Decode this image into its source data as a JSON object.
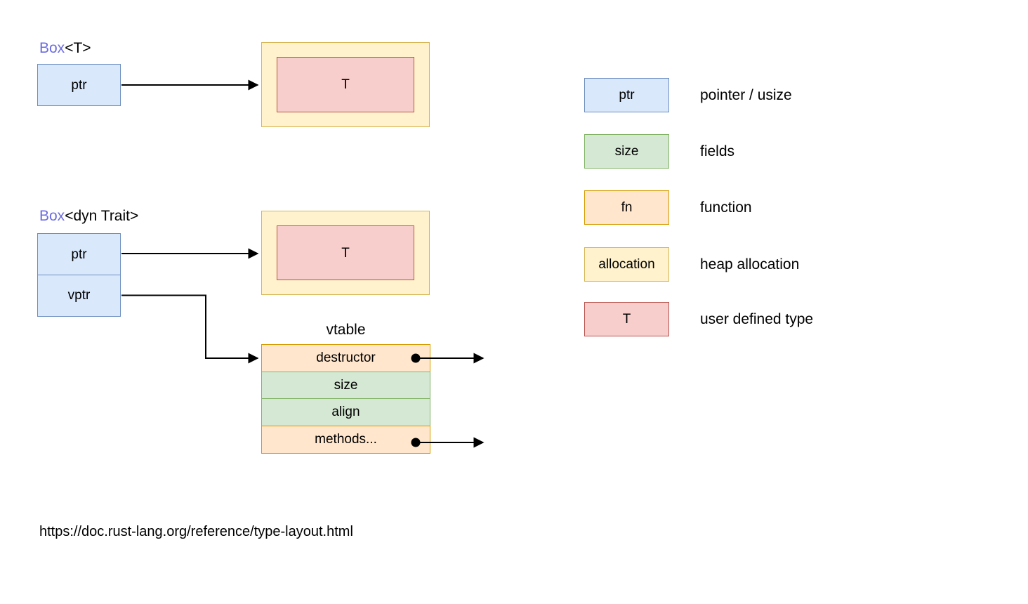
{
  "diagram": {
    "box_t": {
      "title_keyword": "Box",
      "title_type": "<T>",
      "ptr_label": "ptr",
      "heap_type_label": "T"
    },
    "box_dyn_trait": {
      "title_keyword": "Box",
      "title_type": "<dyn Trait>",
      "ptr_label": "ptr",
      "vptr_label": "vptr",
      "heap_type_label": "T",
      "vtable_title": "vtable",
      "vtable_rows": [
        {
          "label": "destructor",
          "kind": "function",
          "has_out_pointer": true
        },
        {
          "label": "size",
          "kind": "field",
          "has_out_pointer": false
        },
        {
          "label": "align",
          "kind": "field",
          "has_out_pointer": false
        },
        {
          "label": "methods...",
          "kind": "function",
          "has_out_pointer": true
        }
      ]
    }
  },
  "legend": {
    "items": [
      {
        "swatch_label": "ptr",
        "color_kind": "blue",
        "description": "pointer / usize"
      },
      {
        "swatch_label": "size",
        "color_kind": "green",
        "description": "fields"
      },
      {
        "swatch_label": "fn",
        "color_kind": "orange",
        "description": "function"
      },
      {
        "swatch_label": "allocation",
        "color_kind": "yellow",
        "description": "heap allocation"
      },
      {
        "swatch_label": "T",
        "color_kind": "red",
        "description": "user defined type"
      }
    ]
  },
  "footer": {
    "source_url": "https://doc.rust-lang.org/reference/type-layout.html"
  },
  "colors": {
    "pointer_fill": "#dae8fc",
    "pointer_stroke": "#6c8ebf",
    "field_fill": "#d5e8d4",
    "field_stroke": "#82b366",
    "function_fill": "#ffe6cc",
    "function_stroke": "#d79b00",
    "allocation_fill": "#fff2cc",
    "allocation_stroke": "#d6b656",
    "type_fill": "#f8cecc",
    "type_stroke": "#b85450",
    "box_keyword_text": "#6b6be2",
    "connector": "#000000",
    "background": "#ffffff"
  }
}
